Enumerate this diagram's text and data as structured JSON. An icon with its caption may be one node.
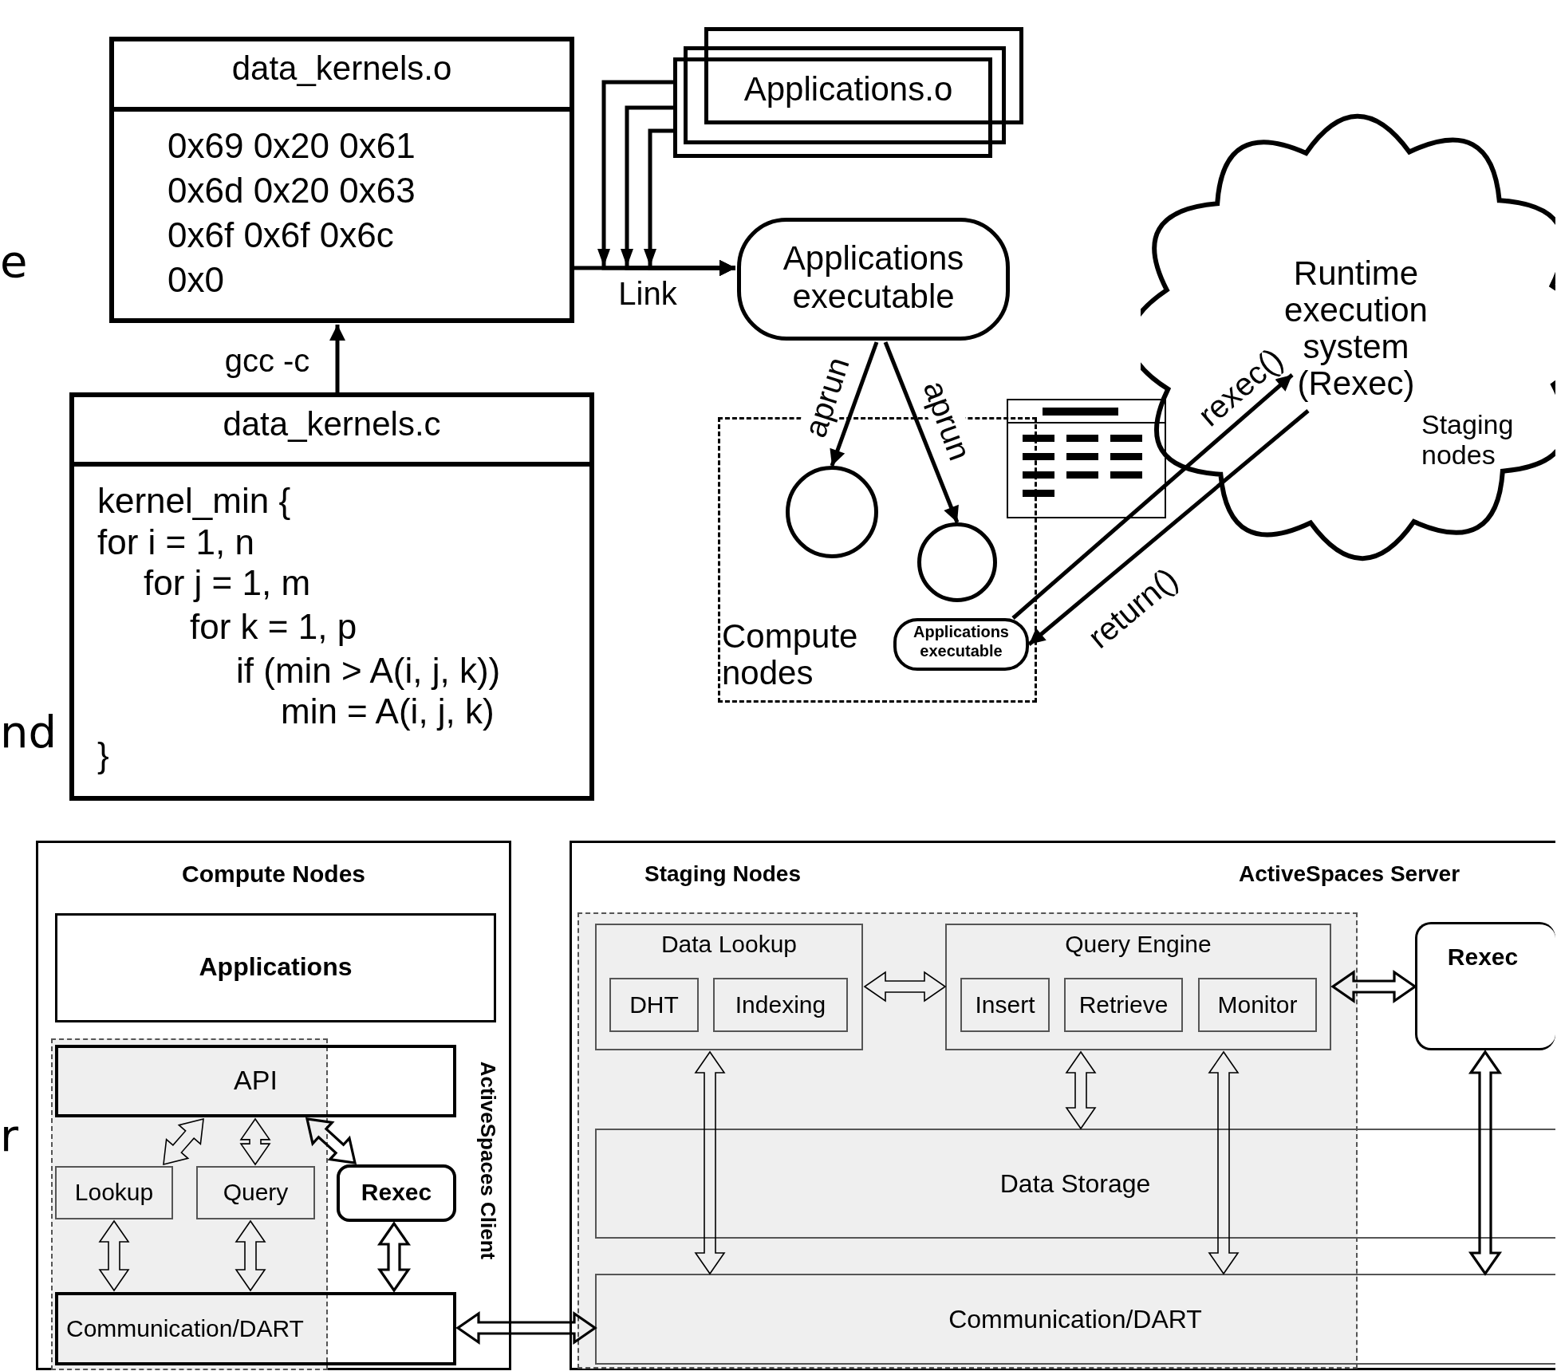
{
  "diagram": {
    "nodes": [
      {
        "text": [
          "data_kernels.o",
          "0x69 0x20 0x61 0x6d 0x20 0x63 0x6f 0x6f 0x6c 0x0"
        ]
      },
      {
        "text": [
          "Applications.o"
        ]
      },
      {
        "text": [
          "Applications executable"
        ]
      },
      {
        "text": [
          "Runtime execution system (Rexec)",
          "Staging nodes"
        ]
      },
      {
        "text": [
          "data_kernels.c",
          "kernel_min {",
          "for i = 1, n",
          "for j = 1, m",
          "for k = 1, p",
          "if (min > A(i, j, k))",
          "min = A(i, j, k)",
          "}"
        ]
      },
      {
        "text": [
          "Compute nodes"
        ]
      },
      {
        "text": [],
        "shape": "circle",
        "in": 5
      },
      {
        "text": [
          "Applications executable"
        ],
        "in": 5
      },
      {
        "text": [],
        "shape": "circle",
        "in": 5
      },
      {
        "text": [
          "Compute Nodes",
          "ActiveSpaces Client"
        ]
      },
      {
        "text": [
          "Applications"
        ],
        "in": 9
      },
      {
        "text": [],
        "shape": "box",
        "in": 9
      },
      {
        "text": [
          "API"
        ],
        "in": 9
      },
      {
        "text": [
          "Lookup"
        ],
        "in": 11
      },
      {
        "text": [
          "Query"
        ],
        "in": 11
      },
      {
        "text": [
          "Rexec"
        ],
        "in": 9
      },
      {
        "text": [
          "Communication/DART"
        ],
        "in": 9
      },
      {
        "text": [
          "Staging Nodes",
          "ActiveSpaces Server"
        ]
      },
      {
        "text": [],
        "shape": "box",
        "in": 17
      },
      {
        "text": [
          "Data Lookup"
        ],
        "in": 18
      },
      {
        "text": [
          "DHT"
        ],
        "in": 19
      },
      {
        "text": [
          "Indexing"
        ],
        "in": 19
      },
      {
        "text": [
          "Query Engine"
        ],
        "in": 18
      },
      {
        "text": [
          "Insert"
        ],
        "in": 22
      },
      {
        "text": [
          "Retrieve"
        ],
        "in": 22
      },
      {
        "text": [
          "Monitor"
        ],
        "in": 22
      },
      {
        "text": [
          "Rexec"
        ],
        "in": 17
      },
      {
        "text": [
          "Data Storage"
        ],
        "in": 17
      },
      {
        "text": [
          "Communication/DART"
        ],
        "in": 17
      }
    ],
    "edges": [
      {
        "from": 4,
        "to": 0,
        "arrow": "to",
        "label": "gcc -c"
      },
      {
        "from": 0,
        "to": 2,
        "arrow": "to",
        "label": "Link"
      },
      {
        "from": 1,
        "to": 2,
        "arrow": "to"
      },
      {
        "from": 1,
        "to": 2,
        "arrow": "to"
      },
      {
        "from": 1,
        "to": 2,
        "arrow": "to"
      },
      {
        "from": 2,
        "to": 6,
        "arrow": "to",
        "label": "aprun"
      },
      {
        "from": 2,
        "to": 8,
        "arrow": "to",
        "label": "aprun"
      },
      {
        "from": 7,
        "to": 3,
        "arrow": "to",
        "label": "rexec()"
      },
      {
        "from": 3,
        "to": 7,
        "arrow": "to",
        "label": "return()"
      },
      {
        "from": 12,
        "to": 13,
        "arrow": "both"
      },
      {
        "from": 12,
        "to": 14,
        "arrow": "both"
      },
      {
        "from": 12,
        "to": 15,
        "arrow": "both",
        "style": "thick"
      },
      {
        "from": 13,
        "to": 16,
        "arrow": "both"
      },
      {
        "from": 14,
        "to": 16,
        "arrow": "both"
      },
      {
        "from": 15,
        "to": 16,
        "arrow": "both",
        "style": "thick"
      },
      {
        "from": 16,
        "to": 28,
        "arrow": "both",
        "style": "thick"
      },
      {
        "from": 19,
        "to": 22,
        "arrow": "both"
      },
      {
        "from": 22,
        "to": 26,
        "arrow": "both",
        "style": "thick"
      },
      {
        "from": 19,
        "to": 28,
        "arrow": "both"
      },
      {
        "from": 22,
        "to": 27,
        "arrow": "both"
      },
      {
        "from": 22,
        "to": 28,
        "arrow": "both"
      },
      {
        "from": 26,
        "to": 28,
        "arrow": "both",
        "style": "thick"
      }
    ],
    "labels": [
      "e",
      "nd",
      "r"
    ]
  }
}
